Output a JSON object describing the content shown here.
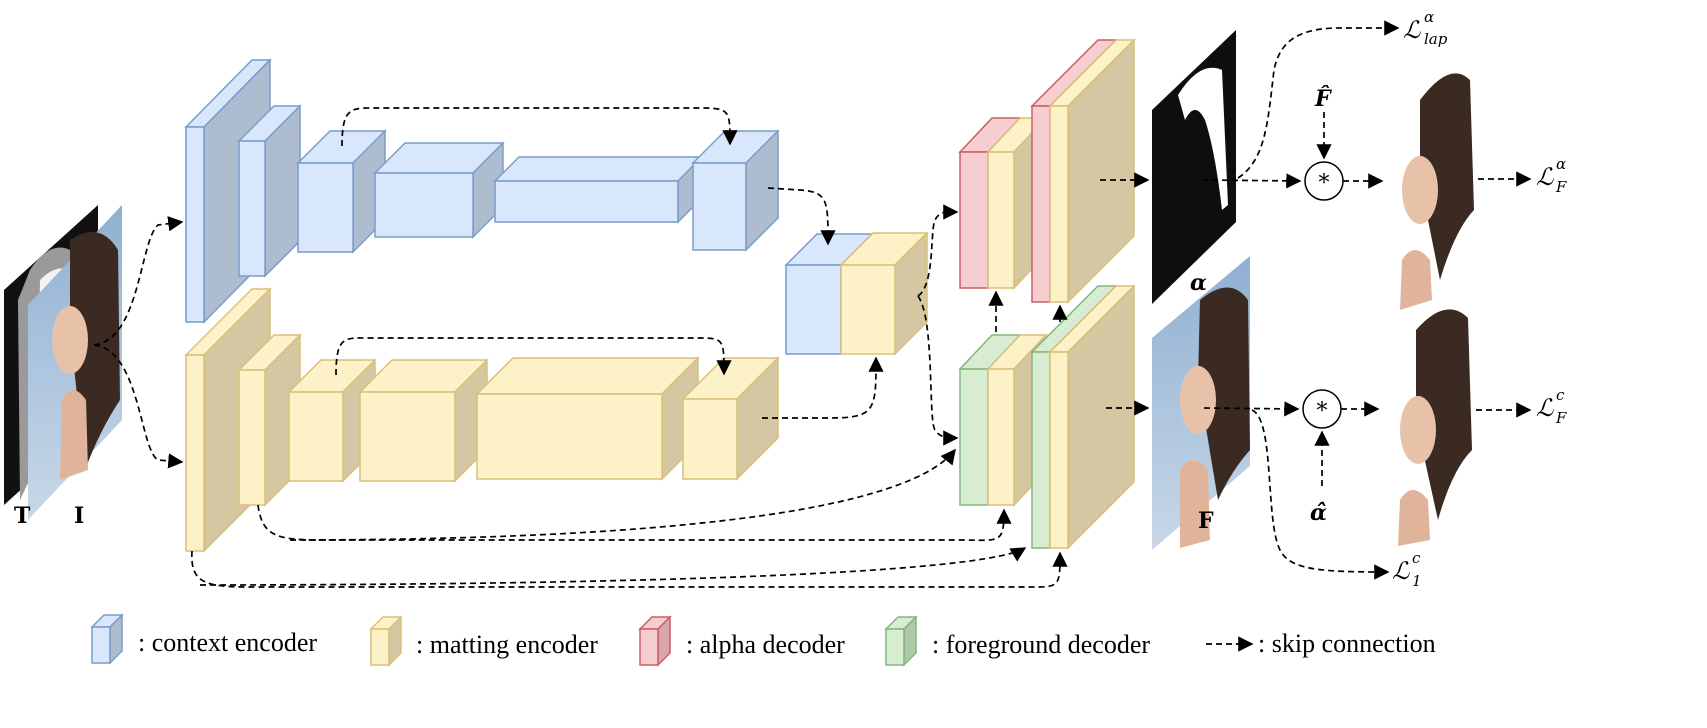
{
  "colors": {
    "context_front": "#d8e7fb",
    "context_side": "#aebccf",
    "context_stroke": "#7a9cc9",
    "matting_front": "#fdf1c7",
    "matting_side": "#d5c7a2",
    "matting_stroke": "#d9c07a",
    "alpha_front": "#f6cdd0",
    "alpha_stroke": "#c85f66",
    "fg_front": "#d8ecd2",
    "fg_stroke": "#83b57d"
  },
  "labels": {
    "trimap": "T",
    "image": "I",
    "alpha": "α",
    "foreground": "F",
    "fhat": "F̂",
    "alphahat": "α̂",
    "multiply": "*"
  },
  "losses": {
    "lap_base": "ℒ",
    "lap_sup": "α",
    "lap_sub": "lap",
    "fa_base": "ℒ",
    "fa_sup": "α",
    "fa_sub": "F",
    "fc_base": "ℒ",
    "fc_sup": "c",
    "fc_sub": "F",
    "l1_base": "ℒ",
    "l1_sup": "c",
    "l1_sub": "1"
  },
  "legend": [
    {
      "key": "context",
      "text": ": context encoder"
    },
    {
      "key": "matting",
      "text": ": matting encoder"
    },
    {
      "key": "alpha",
      "text": ": alpha decoder"
    },
    {
      "key": "foreground",
      "text": ": foreground decoder"
    },
    {
      "key": "skip",
      "text": ": skip connection"
    }
  ]
}
